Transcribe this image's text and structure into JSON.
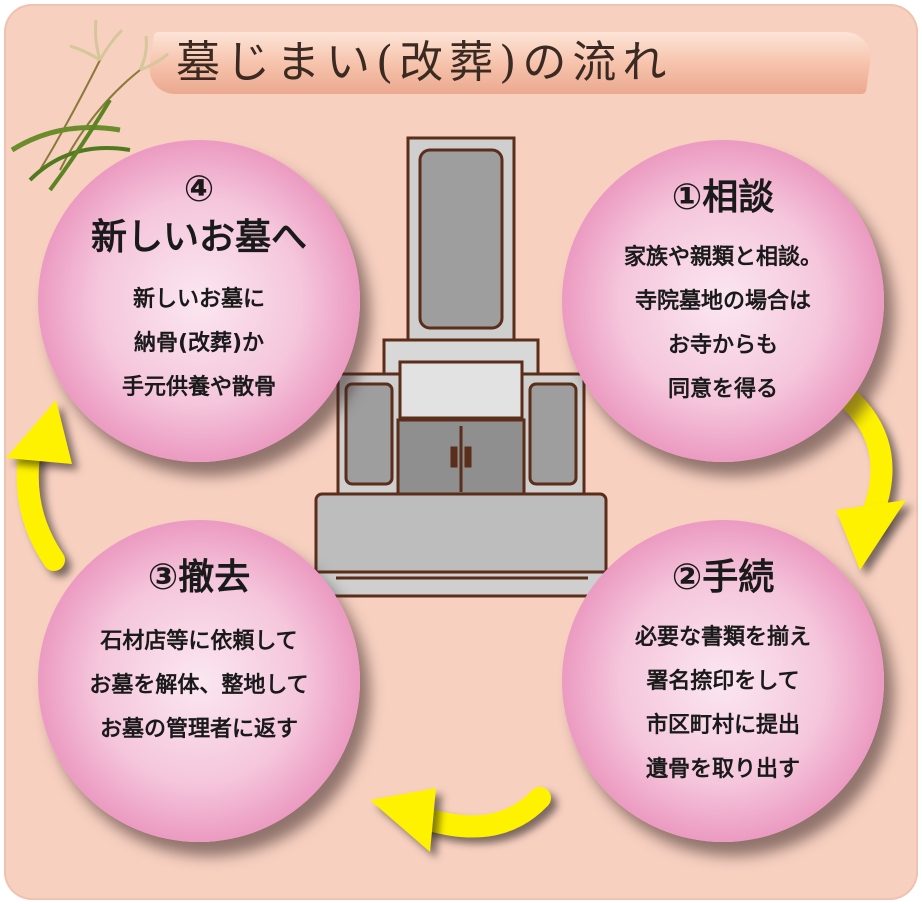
{
  "title": "墓じまい(改葬)の流れ",
  "steps": [
    {
      "heading": "①相談",
      "lines": [
        "家族や親類と相談。",
        "寺院墓地の場合は",
        "お寺からも",
        "同意を得る"
      ]
    },
    {
      "heading": "②手続",
      "lines": [
        "必要な書類を揃え",
        "署名捺印をして",
        "市区町村に提出",
        "遺骨を取り出す"
      ]
    },
    {
      "heading": "③撤去",
      "lines": [
        "石材店等に依頼して",
        "お墓を解体、整地して",
        "お墓の管理者に返す"
      ]
    },
    {
      "heading_number": "④",
      "heading": "新しいお墓へ",
      "lines": [
        "新しいお墓に",
        "納骨(改葬)か",
        "手元供養や散骨"
      ]
    }
  ],
  "colors": {
    "background": "#f7d0c0",
    "circle": "#e88ab7",
    "arrow": "#fff200",
    "tombstone": "#9e9e9e"
  },
  "icons": [
    "pampas-grass-icon",
    "tombstone-icon",
    "cycle-arrow-icon"
  ]
}
